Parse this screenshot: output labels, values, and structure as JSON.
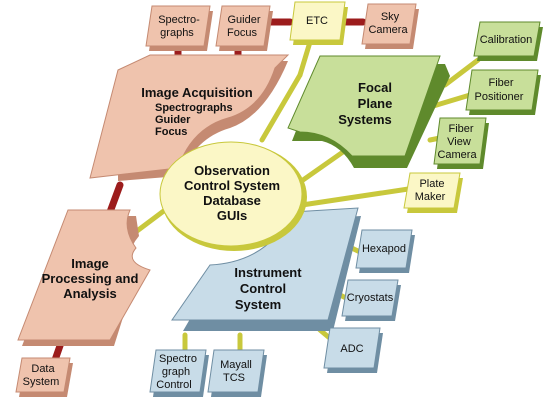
{
  "boxes": {
    "spectrographs": [
      "Spectro-",
      "graphs"
    ],
    "guider_focus": [
      "Guider",
      "Focus"
    ],
    "etc": [
      "ETC"
    ],
    "sky_camera": [
      "Sky",
      "Camera"
    ],
    "calibration": [
      "Calibration"
    ],
    "fiber_positioner": [
      "Fiber",
      "Positioner"
    ],
    "fiber_view_camera": [
      "Fiber",
      "View",
      "Camera"
    ],
    "plate_maker": [
      "Plate",
      "Maker"
    ],
    "hexapod": [
      "Hexapod"
    ],
    "cryostats": [
      "Cryostats"
    ],
    "adc": [
      "ADC"
    ],
    "data_system": [
      "Data",
      "System"
    ],
    "spectrograph_control": [
      "Spectro",
      "graph",
      "Control"
    ],
    "mayall_tcs": [
      "Mayall",
      "TCS"
    ]
  },
  "panels": {
    "image_acquisition": {
      "title": "Image Acquisition",
      "items": [
        "Spectrographs",
        "Guider",
        "Focus"
      ]
    },
    "image_processing": [
      "Image",
      "Processing and",
      "Analysis"
    ],
    "focal_plane": [
      "Focal",
      "Plane",
      "Systems"
    ],
    "instrument_control": [
      "Instrument",
      "Control",
      "System"
    ]
  },
  "center": [
    "Observation",
    "Control System",
    "Database",
    "GUIs"
  ],
  "colors": {
    "salmon": "#efc3ad",
    "salmon_dark": "#c58a72",
    "green": "#c8df9a",
    "green_dark": "#5f8a2c",
    "blue": "#c8dce8",
    "blue_dark": "#6f8ea3",
    "yellow": "#fbf7c6",
    "yellow_line": "#c8c83c",
    "connector_red": "#9c1c1c"
  }
}
